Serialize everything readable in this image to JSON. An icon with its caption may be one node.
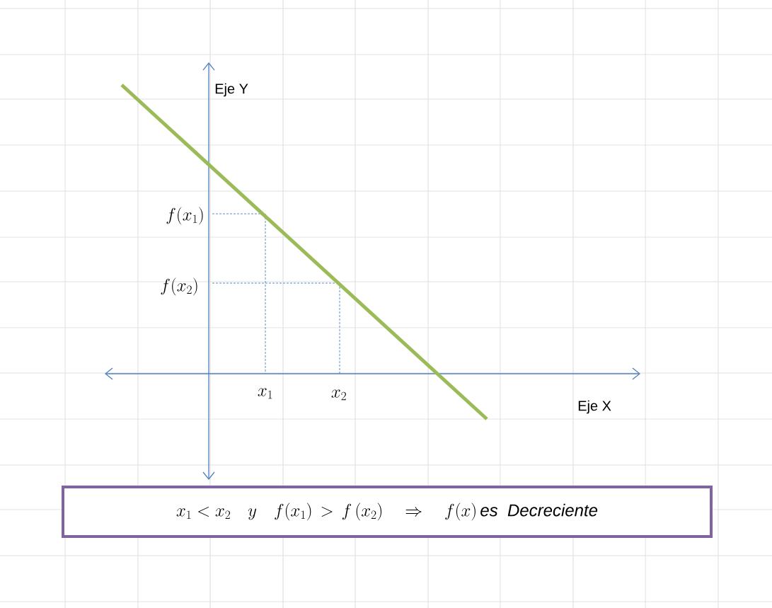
{
  "diagram": {
    "nodes": [
      {
        "text": [
          "x_1 < x_2 \\quad y \\quad f(x_1) \\, > \\, f\\,(x_2) \\quad \\Rightarrow \\quad f(x)\\,\\mathit{es}\\ \\ \\mathit{Decreciente}"
        ]
      }
    ],
    "edges": [],
    "labels": [
      "Eje Y",
      "f(x_1)",
      "f(x_2)",
      "x_1",
      "x_2",
      "Eje X"
    ]
  }
}
